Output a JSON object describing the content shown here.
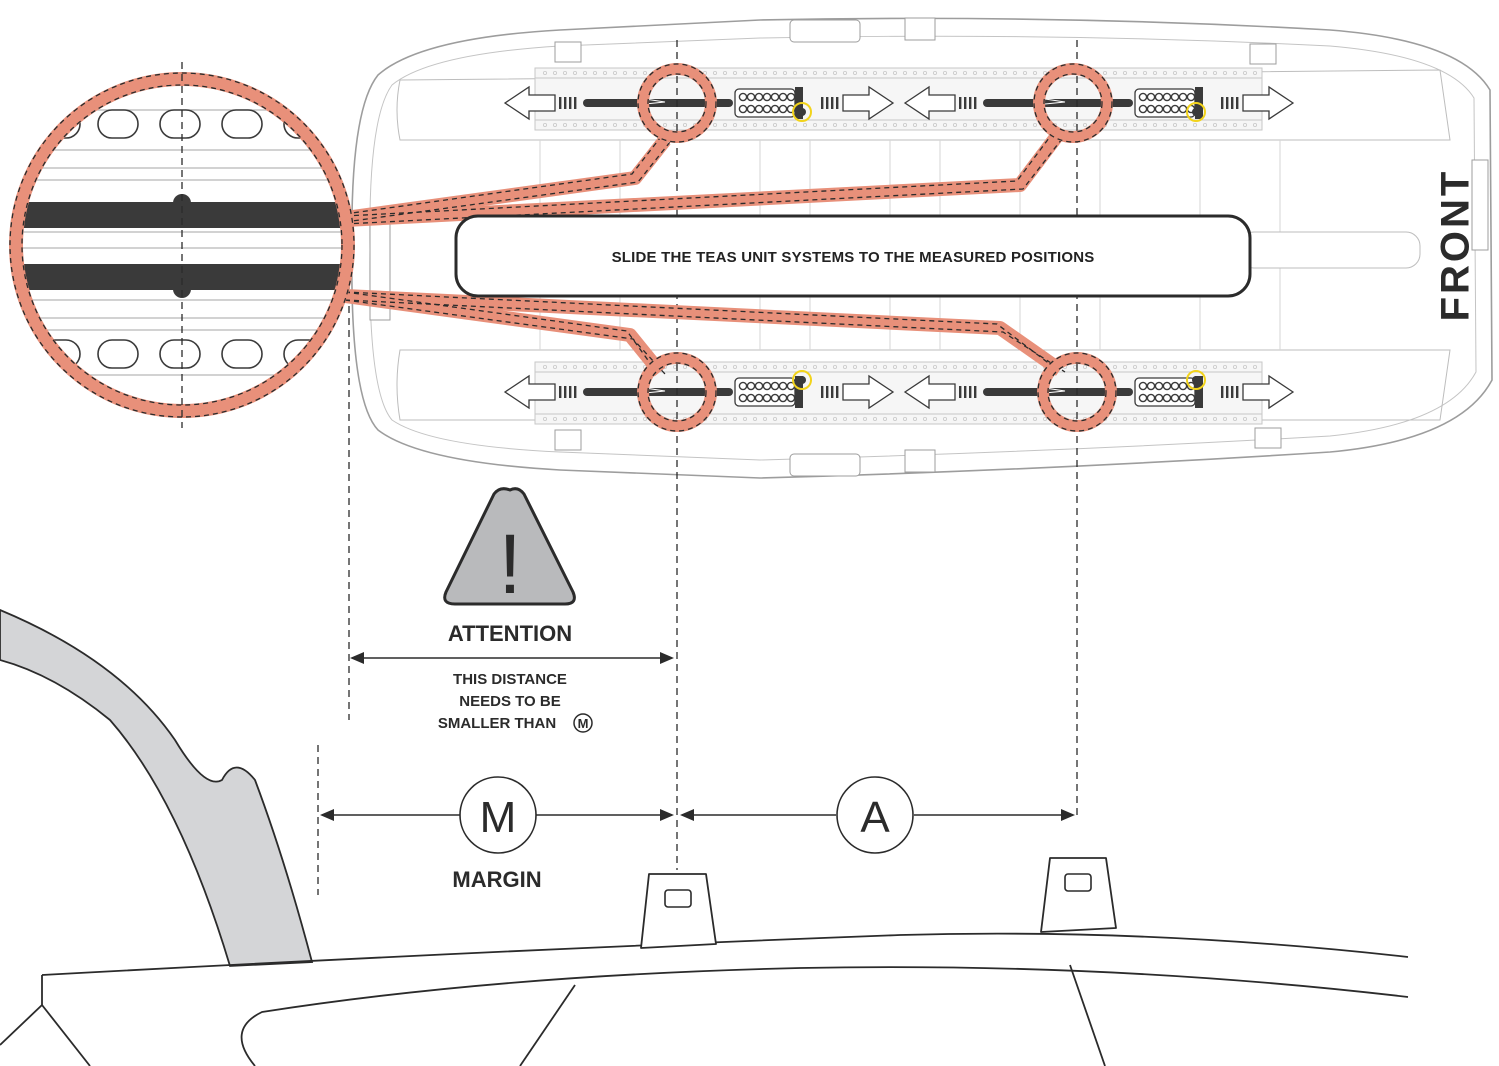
{
  "callout": {
    "text": "SLIDE THE TEAS UNIT SYSTEMS TO THE MEASURED POSITIONS"
  },
  "front_label": "FRONT",
  "warning": {
    "icon": "warning-triangle-icon",
    "symbol": "!",
    "title": "ATTENTION",
    "lines": [
      "THIS DISTANCE",
      "NEEDS TO BE",
      "SMALLER THAN"
    ],
    "ref_symbol": "M"
  },
  "dimensions": {
    "margin": {
      "symbol": "M",
      "label": "MARGIN"
    },
    "a": {
      "symbol": "A"
    }
  },
  "colors": {
    "highlight": "#e8907a",
    "ink": "#2b2b2b",
    "pillar_fill": "#d4d5d7",
    "warning_fill": "#b9babc",
    "lock_yellow": "#f2d31b"
  }
}
